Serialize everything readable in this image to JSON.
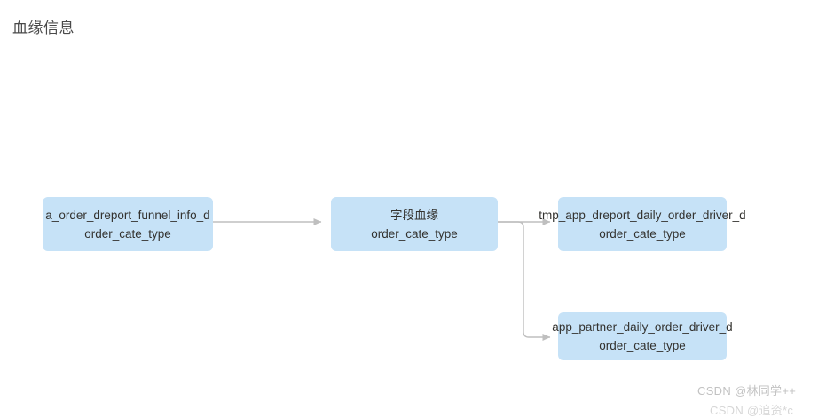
{
  "page": {
    "title": "血缘信息",
    "background_color": "#ffffff"
  },
  "graph": {
    "node_fill_color": "#c6e2f7",
    "edge_color": "#bfbfbf",
    "text_color": "#33322f",
    "nodes": [
      {
        "id": "source",
        "line1": "a_order_dreport_funnel_info_d",
        "line2": "order_cate_type"
      },
      {
        "id": "center",
        "line1": "字段血缘",
        "line2": "order_cate_type"
      },
      {
        "id": "target_top",
        "line1": "tmp_app_dreport_daily_order_driver_d",
        "line2": "order_cate_type"
      },
      {
        "id": "target_bottom",
        "line1": "app_partner_daily_order_driver_d",
        "line2": "order_cate_type"
      }
    ],
    "edges": [
      {
        "id": "source-to-center",
        "from": "source",
        "to": "center"
      },
      {
        "id": "center-to-target-top",
        "from": "center",
        "to": "target_top"
      },
      {
        "id": "center-to-target-bottom",
        "from": "center",
        "to": "target_bottom"
      }
    ]
  },
  "watermark": {
    "line1": "CSDN @林同学++",
    "line2": "CSDN @追资*c"
  }
}
